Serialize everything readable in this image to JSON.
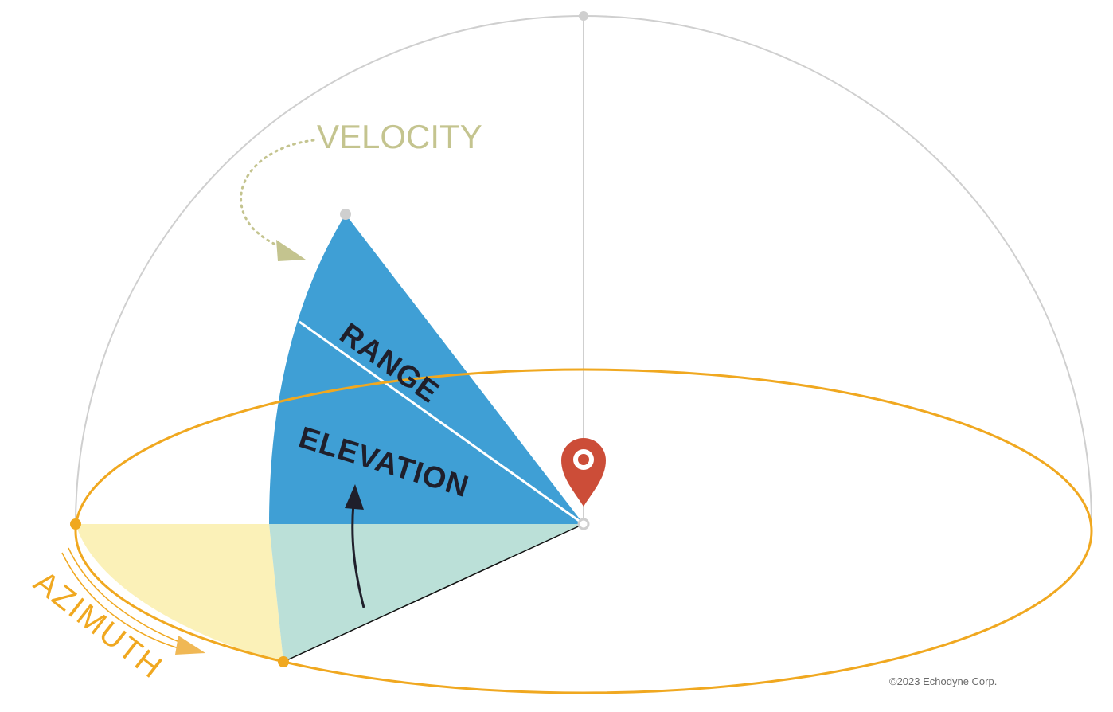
{
  "labels": {
    "velocity": "VELOCITY",
    "range": "RANGE",
    "elevation": "ELEVATION",
    "azimuth": "AZIMUTH",
    "copyright": "©2023 Echodyne Corp."
  },
  "colors": {
    "dome": "#cfcfcf",
    "ground_ellipse": "#f0a820",
    "elevation_fill": "#3f9fd5",
    "azimuth_fill": "#fbf1b8",
    "overlap_fill": "#bbe0d8",
    "velocity": "#c4c48f",
    "pin": "#cc4d38",
    "arrow": "#1f1f2b"
  },
  "icons": {
    "location_pin": "map-pin-icon"
  }
}
